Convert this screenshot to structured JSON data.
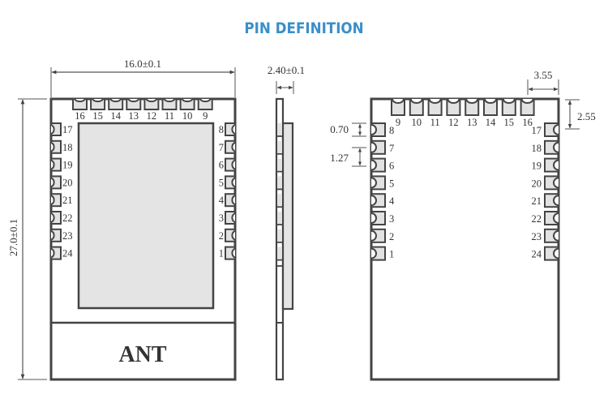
{
  "title": "PIN DEFINITION",
  "colors": {
    "title": "#3a8fc9",
    "outline": "#444444",
    "pad_fill": "#e2e2e2",
    "shield_fill": "#e4e4e4",
    "text": "#333333"
  },
  "top_view": {
    "width_dimension": "16.0±0.1",
    "height_dimension": "27.0±0.1",
    "antenna_label": "ANT",
    "top_pins": [
      "16",
      "15",
      "14",
      "13",
      "12",
      "11",
      "10",
      "9"
    ],
    "left_pins": [
      "17",
      "18",
      "19",
      "20",
      "21",
      "22",
      "23",
      "24"
    ],
    "right_pins": [
      "8",
      "7",
      "6",
      "5",
      "4",
      "3",
      "2",
      "1"
    ]
  },
  "side_view": {
    "thickness_dimension": "2.40±0.1"
  },
  "bottom_view": {
    "corner_offset_x": "3.55",
    "corner_offset_y": "2.55",
    "pad_width": "0.70",
    "pad_pitch": "1.27",
    "top_pins": [
      "9",
      "10",
      "11",
      "12",
      "13",
      "14",
      "15",
      "16"
    ],
    "left_pins": [
      "8",
      "7",
      "6",
      "5",
      "4",
      "3",
      "2",
      "1"
    ],
    "right_pins": [
      "17",
      "18",
      "19",
      "20",
      "21",
      "22",
      "23",
      "24"
    ]
  }
}
